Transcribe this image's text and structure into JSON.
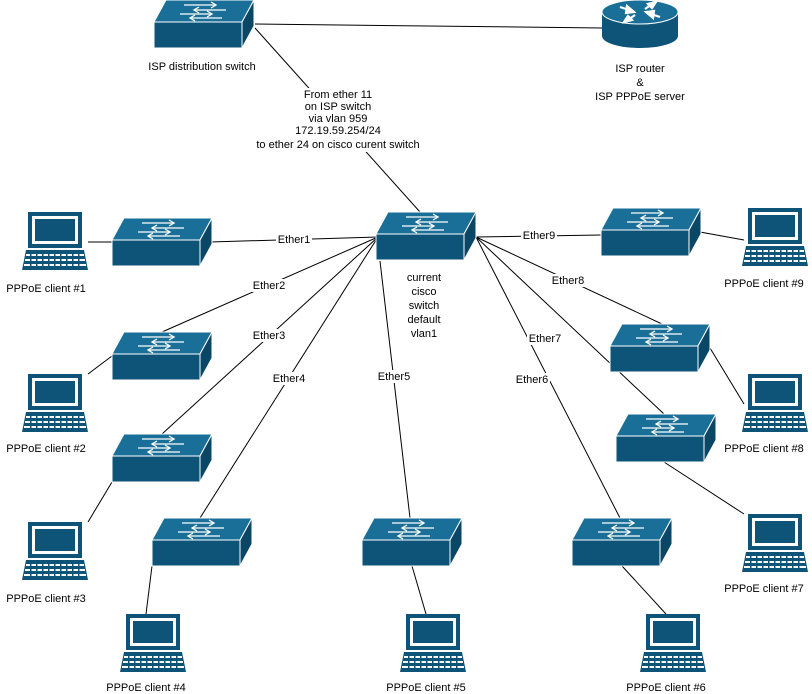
{
  "labels": {
    "isp_switch": "ISP distribution switch",
    "isp_router_line1": "ISP router",
    "isp_router_line2": "&",
    "isp_router_line3": "ISP PPPoE server",
    "uplink_line1": "From ether 11",
    "uplink_line2": "on ISP switch",
    "uplink_line3": "via vlan 959",
    "uplink_line4": "172.19.59.254/24",
    "uplink_line5": "to ether 24 on cisco curent switch",
    "core_line1": "current",
    "core_line2": "cisco",
    "core_line3": "switch",
    "core_line4": "default",
    "core_line5": "vlan1"
  },
  "ports": {
    "ether1": "Ether1",
    "ether2": "Ether2",
    "ether3": "Ether3",
    "ether4": "Ether4",
    "ether5": "Ether5",
    "ether6": "Ether6",
    "ether7": "Ether7",
    "ether8": "Ether8",
    "ether9": "Ether9"
  },
  "clients": {
    "c1": "PPPoE client #1",
    "c2": "PPPoE client #2",
    "c3": "PPPoE client #3",
    "c4": "PPPoE client #4",
    "c5": "PPPoE client #5",
    "c6": "PPPoE client #6",
    "c7": "PPPoE client #7",
    "c8": "PPPoE client #8",
    "c9": "PPPoE client #9"
  },
  "colors": {
    "device": "#0e5478",
    "device_top": "#1a6f99"
  }
}
